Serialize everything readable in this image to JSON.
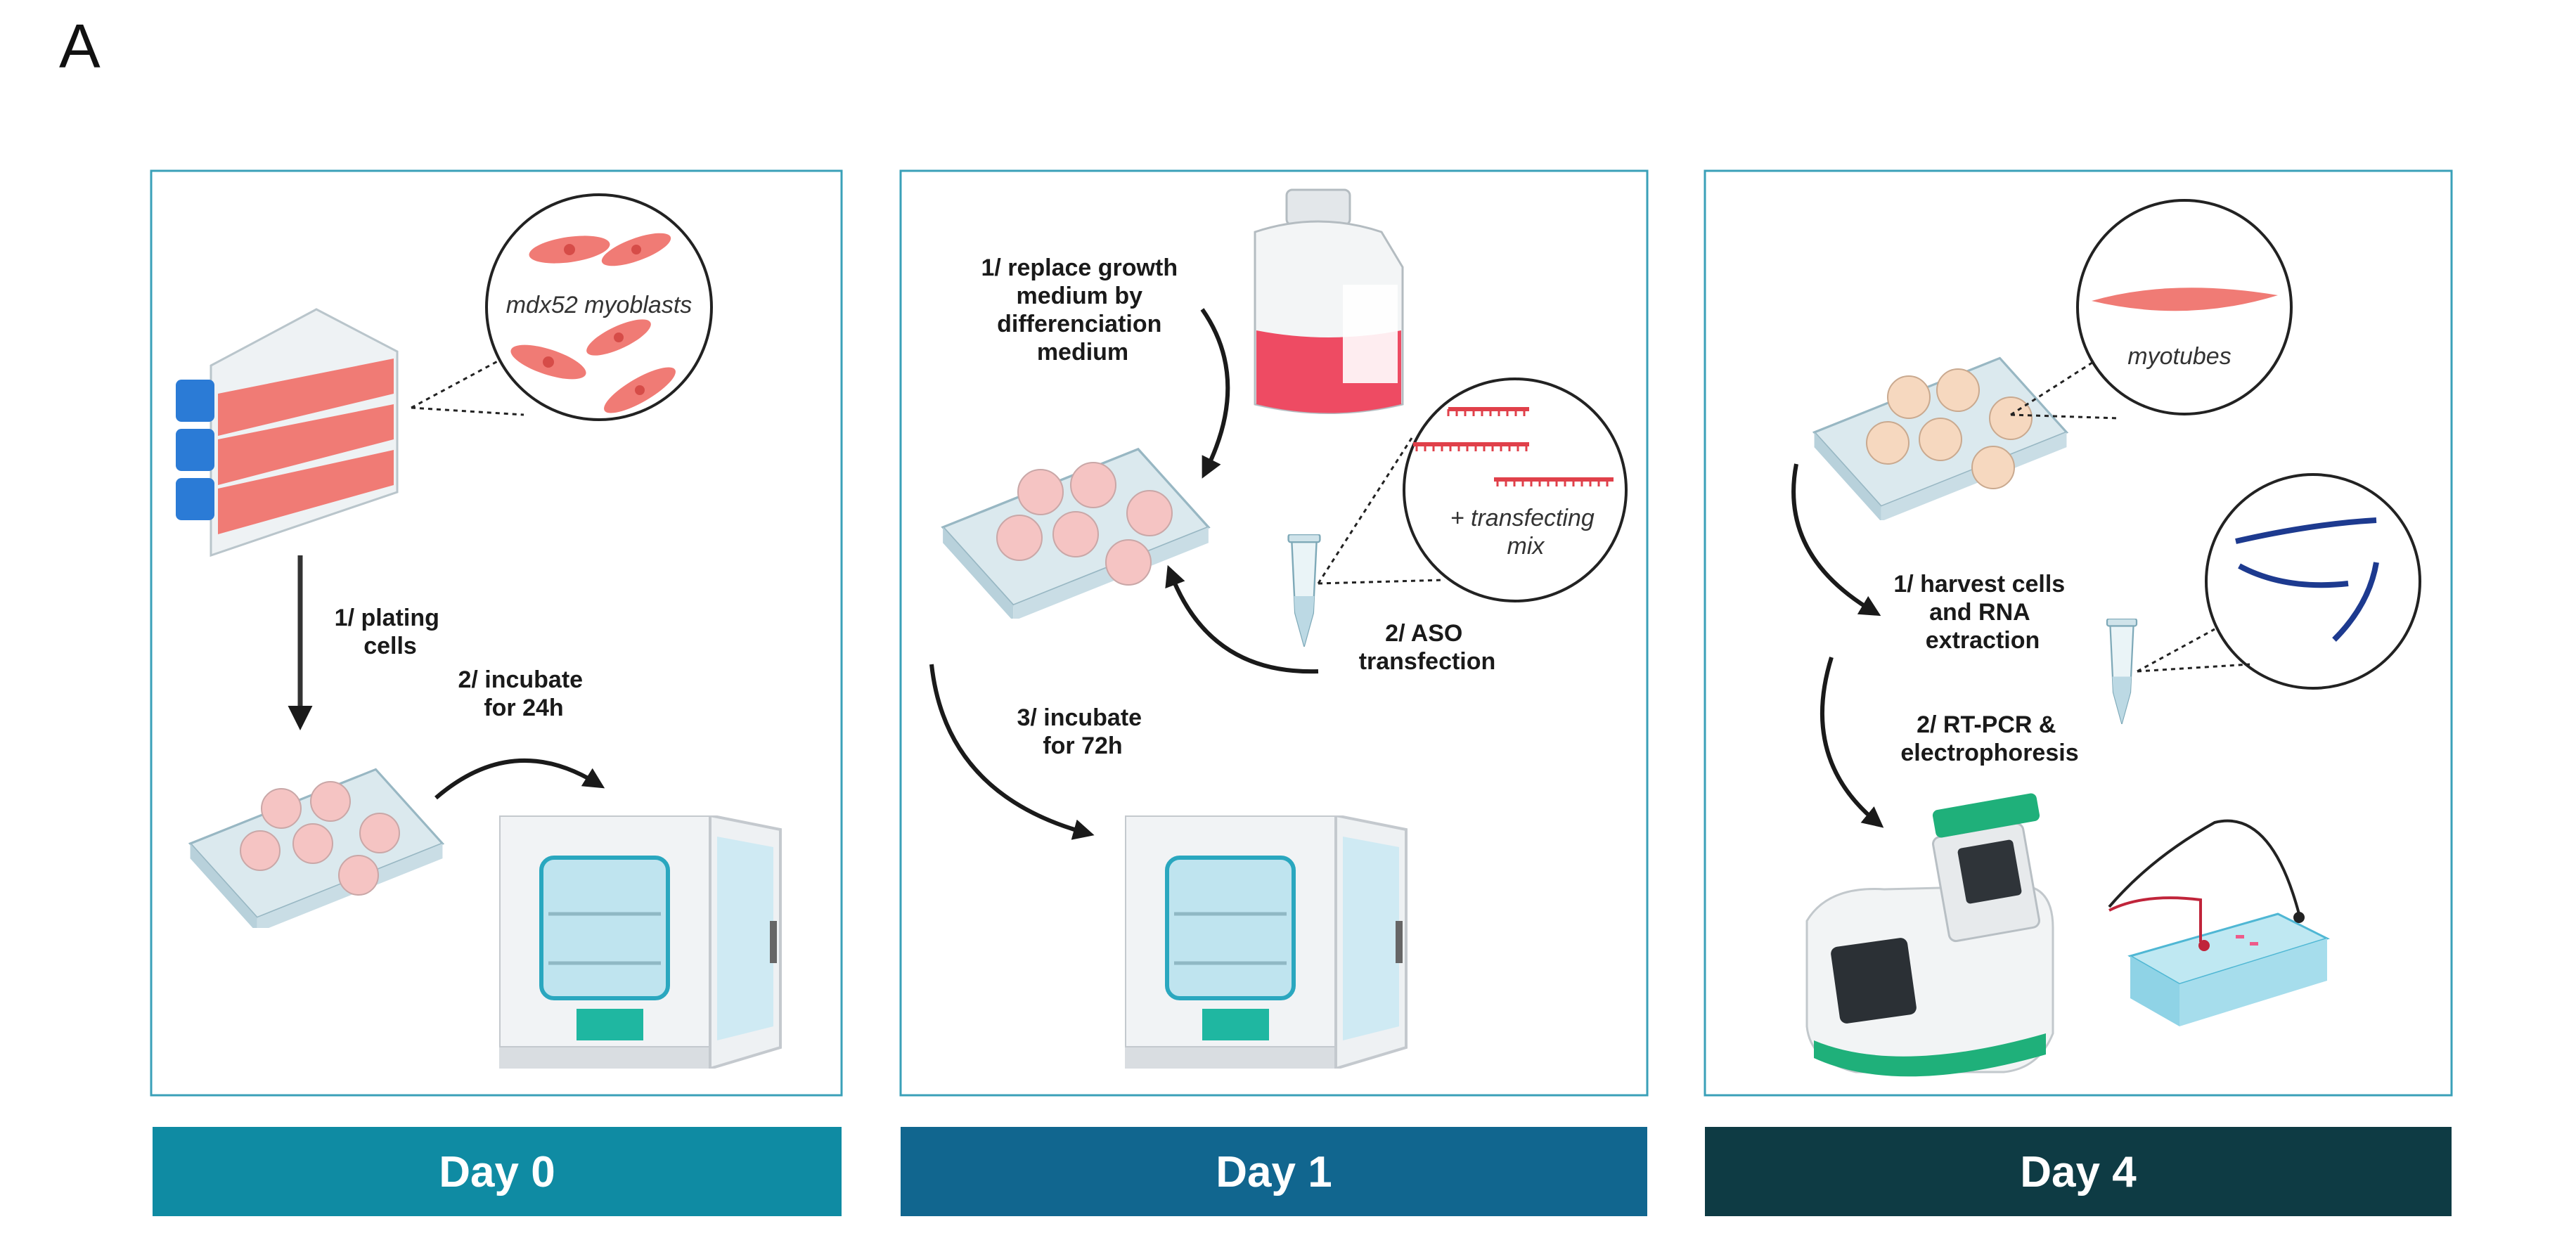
{
  "panel_letter": "A",
  "colors": {
    "day0": "#0f8ba3",
    "day1": "#11668f",
    "day4": "#0e3b44",
    "frame": "#3aa0b8",
    "cells": "#f07b75",
    "medium": "#ee4b63"
  },
  "panels": [
    {
      "day": "Day 0",
      "zoom_label": "mdx52 myoblasts",
      "steps": [
        {
          "lines": [
            "1/ plating",
            "cells"
          ]
        },
        {
          "lines": [
            "2/ incubate",
            "for 24h"
          ]
        }
      ]
    },
    {
      "day": "Day 1",
      "zoom_label": [
        "+ transfecting",
        "mix"
      ],
      "steps": [
        {
          "lines": [
            "1/ replace growth",
            "medium by",
            "differenciation",
            "medium"
          ]
        },
        {
          "lines": [
            "2/ ASO",
            "transfection"
          ]
        },
        {
          "lines": [
            "3/ incubate",
            "for 72h"
          ]
        }
      ]
    },
    {
      "day": "Day 4",
      "zoom_label": "myotubes",
      "steps": [
        {
          "lines": [
            "1/ harvest cells",
            "and RNA",
            "extraction"
          ]
        },
        {
          "lines": [
            "2/ RT-PCR &",
            "electrophoresis"
          ]
        }
      ]
    }
  ],
  "icons": [
    "cell-culture-flask-icon",
    "six-well-plate-icon",
    "incubator-icon",
    "medium-bottle-icon",
    "microtube-icon",
    "aso-oligos-icon",
    "rna-strands-icon",
    "pcr-thermocycler-icon",
    "electrophoresis-tank-icon"
  ]
}
